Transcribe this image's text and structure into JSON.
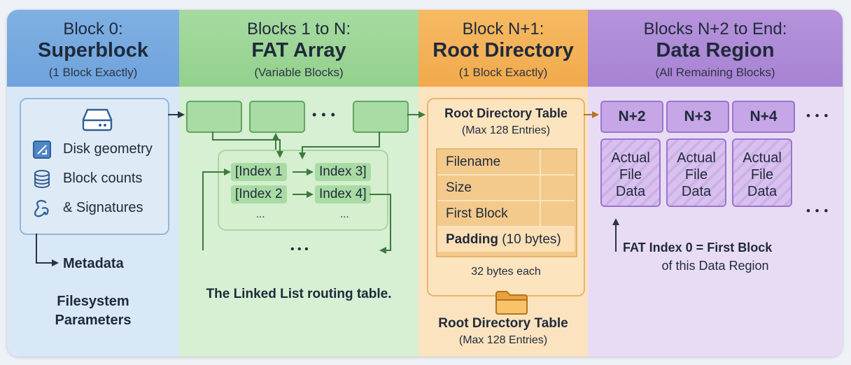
{
  "superblock": {
    "title": "Block 0:",
    "name": "Superblock",
    "subtitle": "(1 Block Exactly)",
    "items": [
      {
        "label": "Disk geometry",
        "icon": "disk-geometry-icon"
      },
      {
        "label": "Block counts",
        "icon": "database-icon"
      },
      {
        "label": "& Signatures",
        "icon": "signature-icon"
      }
    ],
    "metadata_label": "Metadata",
    "footer_line1": "Filesystem",
    "footer_line2": "Parameters"
  },
  "fat": {
    "title": "Blocks 1 to N:",
    "name": "FAT Array",
    "subtitle": "(Variable Blocks)",
    "ellipsis": "• • •",
    "index_1": "[Index 1",
    "index_3": "Index 3]",
    "index_2": "[Index 2",
    "index_4": "Index 4]",
    "dots_small": "...",
    "loop_dots": "• • •",
    "caption": "The Linked List routing table."
  },
  "root": {
    "title": "Block N+1:",
    "name": "Root Directory",
    "subtitle": "(1 Block Exactly)",
    "table_title": "Root Directory Table",
    "table_sub": "(Max 128 Entries)",
    "rows": [
      "Filename",
      "Size",
      "First Block"
    ],
    "padding_bold": "Padding",
    "padding_rest": " (10 bytes)",
    "entry_size": "32 bytes each",
    "footer_title": "Root Directory Table",
    "footer_sub": "(Max 128 Entries)"
  },
  "data": {
    "title": "Blocks N+2 to End:",
    "name": "Data Region",
    "subtitle": "(All Remaining Blocks)",
    "blocks": [
      "N+2",
      "N+3",
      "N+4"
    ],
    "ellipsis": "• • •",
    "file_line1": "Actual",
    "file_line2": "File",
    "file_line3": "Data",
    "note_line1": "FAT Index 0 = First Block",
    "note_line2": "of this Data Region"
  }
}
